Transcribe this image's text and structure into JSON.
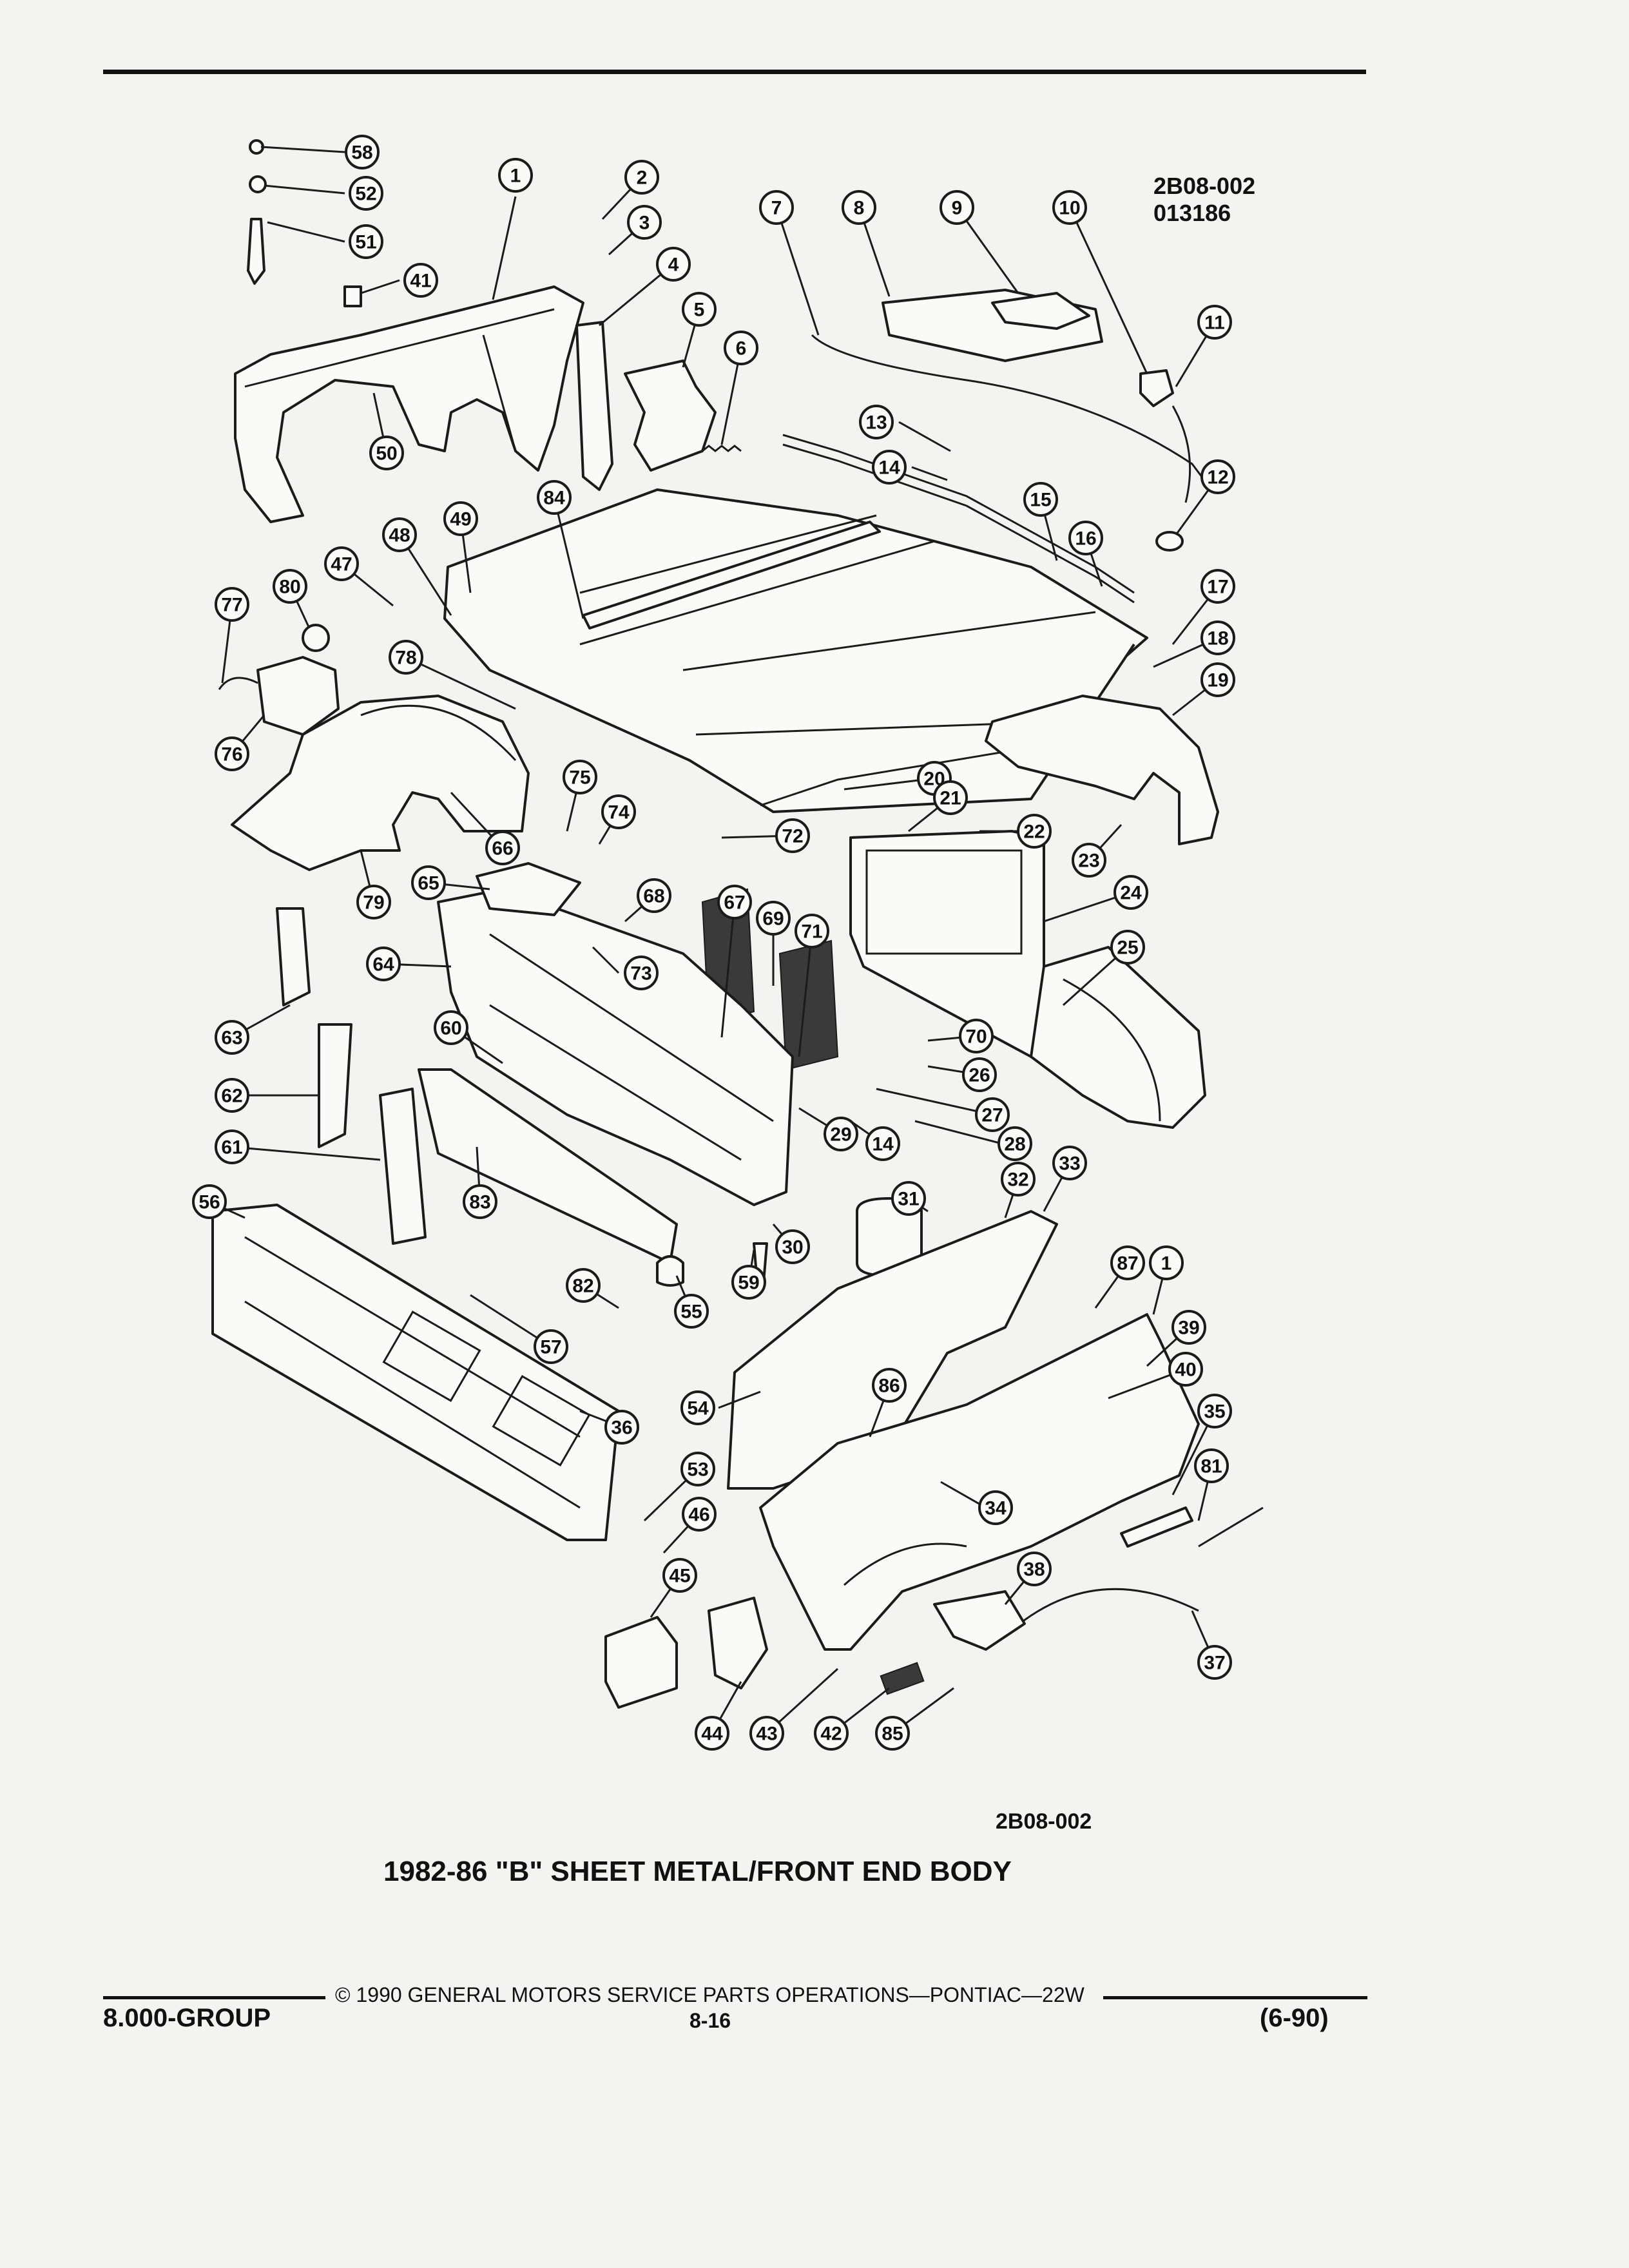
{
  "header": {
    "ref_code": "2B08-002",
    "ref_sub": "013186"
  },
  "diagram": {
    "bottom_ref": "2B08-002",
    "title": "1982-86 \"B\" SHEET METAL/FRONT END BODY",
    "callouts": [
      "58",
      "52",
      "51",
      "41",
      "1",
      "2",
      "3",
      "4",
      "5",
      "6",
      "7",
      "8",
      "9",
      "10",
      "11",
      "12",
      "13",
      "14",
      "15",
      "16",
      "17",
      "18",
      "19",
      "50",
      "84",
      "49",
      "48",
      "47",
      "80",
      "77",
      "76",
      "78",
      "79",
      "66",
      "75",
      "74",
      "72",
      "20",
      "21",
      "22",
      "23",
      "24",
      "25",
      "65",
      "68",
      "67",
      "69",
      "71",
      "73",
      "64",
      "63",
      "60",
      "70",
      "26",
      "27",
      "28",
      "29",
      "14",
      "62",
      "61",
      "83",
      "31",
      "32",
      "33",
      "56",
      "30",
      "59",
      "55",
      "82",
      "57",
      "87",
      "1",
      "39",
      "40",
      "86",
      "35",
      "36",
      "54",
      "53",
      "81",
      "46",
      "34",
      "45",
      "38",
      "37",
      "44",
      "43",
      "42",
      "85"
    ]
  },
  "footer": {
    "copyright": "© 1990 GENERAL MOTORS SERVICE PARTS OPERATIONS—PONTIAC—22W",
    "group": "8.000-GROUP",
    "page": "8-16",
    "date": "(6-90)"
  }
}
